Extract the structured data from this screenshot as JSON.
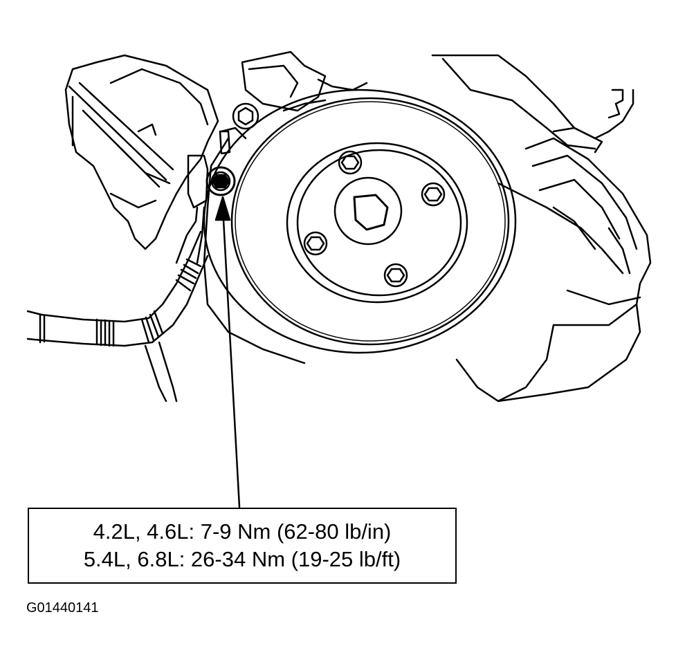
{
  "callout": {
    "line1": "4.2L, 4.6L: 7-9 Nm (62-80 lb/in)",
    "line2": "5.4L, 6.8L: 26-34 Nm (19-25 lb/ft)"
  },
  "figure_id": "G01440141",
  "colors": {
    "ink": "#000000",
    "paper": "#ffffff"
  }
}
